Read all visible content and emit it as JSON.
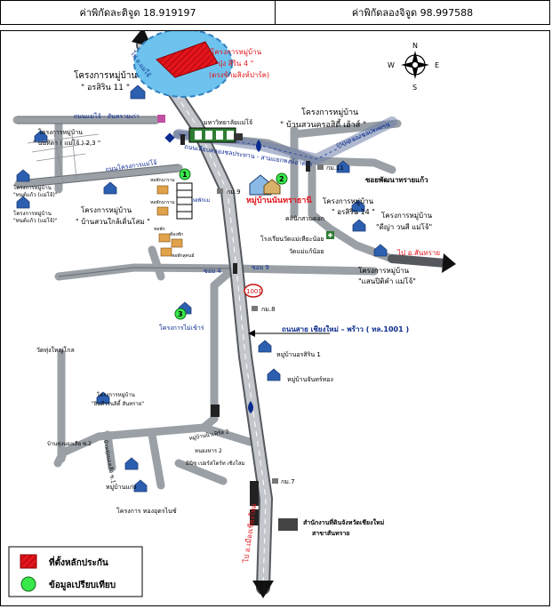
{
  "header": {
    "latitude_label": "ค่าพิกัดละติจูด 18.919197",
    "longitude_label": "ค่าพิกัดลองจิจูด 98.997588"
  },
  "colors": {
    "main_road": "#9aa0a6",
    "road_outline": "#55595e",
    "highway_label": "#0b2b8f",
    "property_red": "#e3141b",
    "lake_blue": "#6ec3ee",
    "compare_green": "#38e84a",
    "house_blue": "#2c5fb0"
  },
  "compass": {
    "n": "N",
    "s": "S",
    "e": "E",
    "w": "W"
  },
  "labels": {
    "north_arrow_top": "ไป อ.แม่โจ้",
    "main_project": "โครงการหมู่บ้าน",
    "main_project_name": "\" ปุ่ง สิริน 4 \"",
    "main_project_note": "(ตรงข้ามสิงห์ปาร์ค)",
    "arin11_title": "โครงการหมู่บ้าน",
    "arin11_name": "\" อรสิริน 11 \"",
    "road_maejo": "ถนนแม่โจ้ - สันทรายเก่า",
    "project_nanthana": "โครงการหมู่บ้าน",
    "nanthana_name": "\" นนทิตา ( แม่โจ้ ) 2,3 \"",
    "university": "มหาวิทยาลัยแม่โจ้",
    "ban_suan_title": "โครงการหมู่บ้าน",
    "ban_suan_name": "\" บ้านสวนครอสิตี้ เฮ้าส์ \"",
    "canal_road": "ถนนคลองชลประทาน",
    "maejo_small": "ถนนโครงการแม่โจ้",
    "irrigation_road": "ถนนชลประทาน",
    "nong_rom_road": "ถนนเลียบคลองชลประทาน - สามแยกพงษ์อาคาร",
    "km11": "กม.11",
    "km9": "กม.9",
    "km8": "กม.8",
    "km7": "กม.7",
    "phatthana_market": "ซอยพัฒนาทรายแก้ว",
    "sansai_village": "หมู่บ้านนันทราธานี",
    "p_maejo_nueng_1": "โครงการหมู่บ้าน",
    "p_maejo_nueng_name": "\"ทนต์แก้ว (แม่โจ้)\"",
    "p_maejo_song_1": "โครงการหมู่บ้าน",
    "p_maejo_song_name": "\"ทนต์แก้ว (แม่โจ้)\"",
    "ban_suan_klang_title": "โครงการหมู่บ้าน",
    "ban_suan_klang_name": "\" บ้านสวนใกล้เดิ่นโสม \"",
    "arin14": "\" อรสิริน 14 \"",
    "arin14_title": "โครงการหมู่บ้าน",
    "dirya_title": "โครงการหมู่บ้าน",
    "dirya_name": "\"ดีญ่า วนสี แม่โจ้\"",
    "clinic": "คลินิกสวนดอก",
    "school": "โรงเรียนวัดแม่เหียะน้อย",
    "wat_mae_jo": "วัดแม่แก้น้อย",
    "to_sansai": "ไป อ.สันทราย",
    "saenpickham_title": "โครงการหมู่บ้าน",
    "saenpickham_name": "\"แสนปิติคำ แม่โจ้\"",
    "soi4": "ซอย 4",
    "soi9": "ซอย 9",
    "highway_shield": "1001",
    "road_name": "ถนนสาย เชียงใหม่ – พร้าว ( ทล.1001 )",
    "project_maejo3": "โครงการไม่เข้าร่",
    "sub_list_1": "หมู่บ้านอรสิริน 1",
    "sub_list_2": "หมู่บ้านจันทร์ทอง",
    "sub_temple": "วัดทุ่งใหญ่โกล",
    "yindee_title": "โครงการหมู่บ้าน",
    "yindee_name": "\"ยินดีวรนลิตี้ สันทราย\"",
    "nongyaw": "บ้านทุ่งนองเสือ ซ.2",
    "nonghan": "บ้านทุ่งนองเสือ ซ.1",
    "pha_kaew": "หมู่บ้านแก่ง",
    "project_tha": "โครงการ ทองอุดรไนซ์",
    "niw_baan": "หมู่บ้านนิวเฟิร์ส 2",
    "satukan": "หนองหาร 2",
    "super_store": "มินิซุ เปอร์สโตร์ท เชิงโสม",
    "sub_district": "สำนักงานที่ดินจังหวัดเชียงใหม่",
    "sub_district_2": "สาขาสันทราย",
    "to_chiangmai": "ไป อ.เมืองเชียงใหม่",
    "factory_a": "หอพักนาราม",
    "factory_b": "หอพักนาราม",
    "factory_c": "หอพัก",
    "factory_d": "ห้องพัก",
    "factory_e": "หอพักสุคนธ์",
    "apartment": "หอพักเม",
    "marker_1": "1",
    "marker_2": "2",
    "marker_3": "3"
  },
  "legend": {
    "property": "ที่ตั้งหลักประกัน",
    "compare": "ข้อมูลเปรียบเทียบ"
  }
}
